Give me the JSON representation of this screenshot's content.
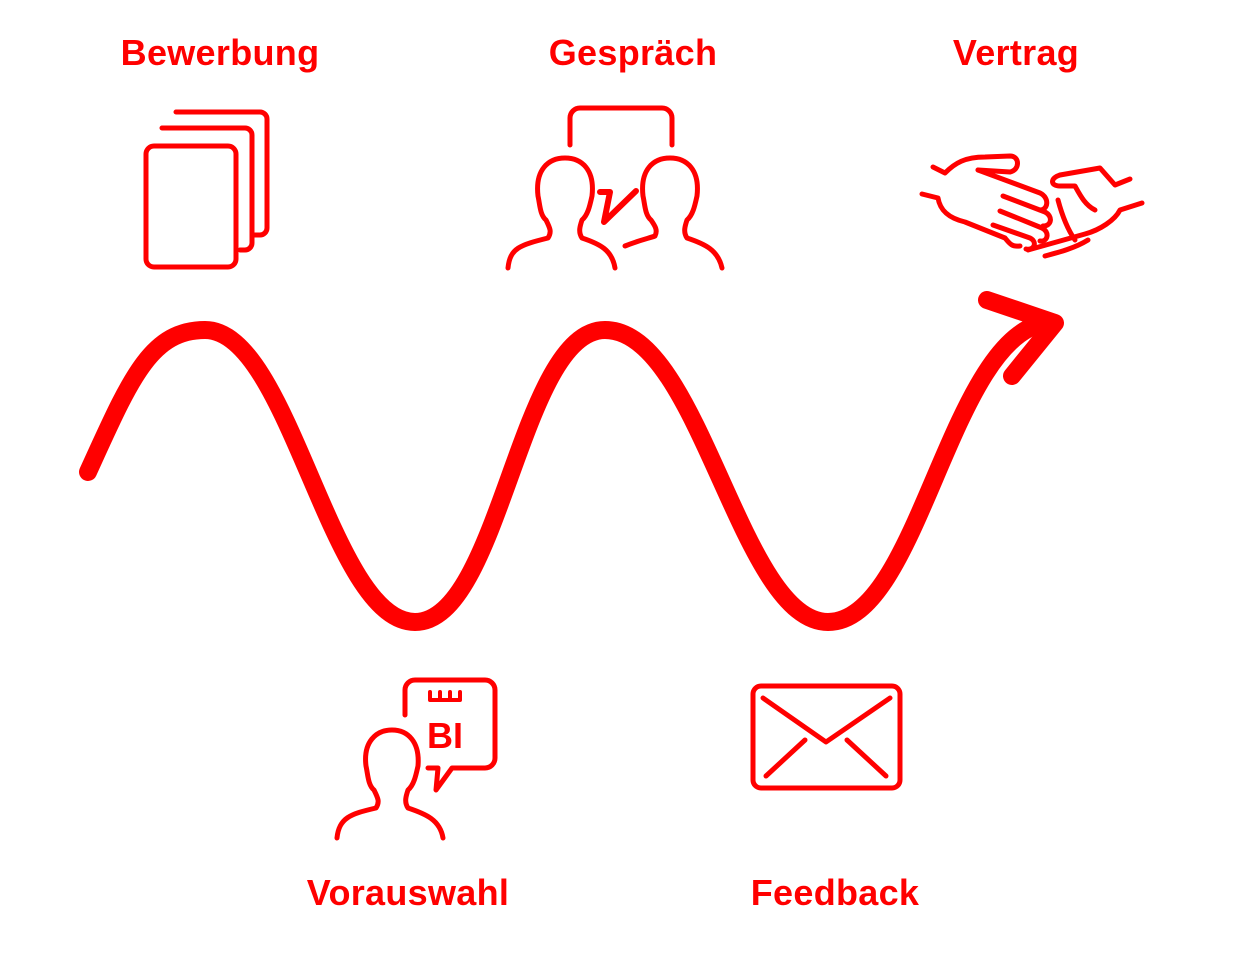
{
  "stages": [
    {
      "label": "Bewerbung",
      "icon": "documents-icon"
    },
    {
      "label": "Vorauswahl",
      "icon": "person-speech-bubble-icon",
      "icon_text": "BI"
    },
    {
      "label": "Gespräch",
      "icon": "two-people-conversation-icon",
      "icon_text": "v"
    },
    {
      "label": "Feedback",
      "icon": "envelope-icon"
    },
    {
      "label": "Vertrag",
      "icon": "handshake-icon"
    }
  ],
  "colors": {
    "accent": "#ff0000"
  }
}
